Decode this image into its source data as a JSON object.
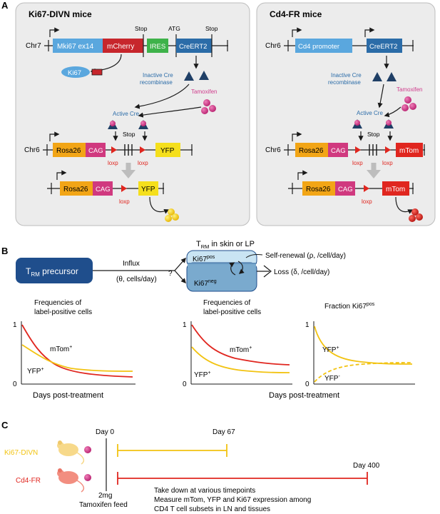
{
  "panel_a": {
    "letter": "A",
    "left": {
      "title": "Ki67-DIVN mice",
      "chr7": "Chr7",
      "mki67_box": "Mki67 ex14",
      "mcherry_box": "mCherry",
      "ires_box": "IRES",
      "creert2_box": "CreERT2",
      "stop1": "Stop",
      "atg": "ATG",
      "stop2": "Stop",
      "ki67_protein": "Ki67",
      "inactive_cre_line1": "Inactive Cre",
      "inactive_cre_line2": "recombinase",
      "tamoxifen": "Tamoxifen",
      "active_cre": "Active Cre",
      "chr6": "Chr6",
      "rosa26_box": "Rosa26",
      "cag_box": "CAG",
      "stop_cassette": "Stop",
      "loxp1": "loxp",
      "loxp2": "loxp",
      "yfp_box": "YFP",
      "rosa26_box2": "Rosa26",
      "cag_box2": "CAG",
      "loxp3": "loxp",
      "yfp_box2": "YFP"
    },
    "right": {
      "title": "Cd4-FR mice",
      "chr6_top": "Chr6",
      "cd4_box": "Cd4 promoter",
      "creert2_box": "CreERT2",
      "inactive_cre_line1": "Inactive Cre",
      "inactive_cre_line2": "recombinase",
      "tamoxifen": "Tamoxifen",
      "active_cre": "Active Cre",
      "stop_cassette": "Stop",
      "chr6": "Chr6",
      "rosa26_box": "Rosa26",
      "cag_box": "CAG",
      "loxp1": "loxp",
      "loxp2": "loxp",
      "mtom_box": "mTom",
      "rosa26_box2": "Rosa26",
      "cag_box2": "CAG",
      "loxp3": "loxp",
      "mtom_box2": "mTom"
    }
  },
  "panel_b": {
    "letter": "B",
    "precursor": "T",
    "precursor_sub": "RM",
    "precursor_rest": " precursor",
    "influx": "Influx",
    "influx_params": "(θ, cells/day)",
    "question": "?",
    "trm_title_t": "T",
    "trm_title_sub": "RM",
    "trm_title_rest": " in skin or LP",
    "ki67pos": "Ki67",
    "ki67pos_sup": "pos",
    "ki67neg": "Ki67",
    "ki67neg_sup": "neg",
    "self_renewal": "Self-renewal (ρ, /cell/day)",
    "loss": "Loss (δ, /cell/day)",
    "plot1": {
      "title_line1": "Frequencies of",
      "title_line2": "label-positive cells",
      "y_top": "1",
      "y_bottom": "0",
      "mtom_label": "mTom",
      "mtom_sup": "+",
      "yfp_label": "YFP",
      "yfp_sup": "+"
    },
    "plot2": {
      "title_line1": "Frequencies of",
      "title_line2": "label-positive cells",
      "y_top": "1",
      "y_bottom": "0",
      "mtom_label": "mTom",
      "mtom_sup": "+",
      "yfp_label": "YFP",
      "yfp_sup": "+"
    },
    "plot3": {
      "title": "Fraction Ki67",
      "title_sup": "pos",
      "y_top": "1",
      "y_bottom": "0",
      "yfp_pos_label": "YFP",
      "yfp_pos_sup": "+",
      "yfp_neg_label": "YFP",
      "yfp_neg_sup": "-"
    },
    "xlabel_left": "Days post-treatment",
    "xlabel_right": "Days post-treatment"
  },
  "panel_c": {
    "letter": "C",
    "day0": "Day 0",
    "day67": "Day 67",
    "day400": "Day 400",
    "mouse1": "Ki67-DIVN",
    "mouse2": "Cd4-FR",
    "dose": "2mg",
    "feed": "Tamoxifen feed",
    "take_down_1": "Take down at various timepoints",
    "take_down_2": "Measure mTom, YFP and Ki67 expression among",
    "take_down_3": "CD4 T cell subsets in LN and tissues"
  },
  "colors": {
    "mki67": "#5aa7de",
    "mcherry": "#c7262c",
    "ires": "#3eb24a",
    "creert2": "#2b6ca8",
    "rosa26": "#f2a516",
    "cag": "#d0397f",
    "yfp": "#f5df1c",
    "mtom": "#e0261f",
    "tamoxifen": "#cf3c8c",
    "cre_triangle": "#1f3f66",
    "precursor": "#1f4e8c",
    "trm_top": "#c9e4f3",
    "trm_bottom": "#7aaace",
    "ki67_divn_accent": "#f2c311",
    "cd4_fr_accent": "#e0261f",
    "panel_bg": "#ececec"
  }
}
